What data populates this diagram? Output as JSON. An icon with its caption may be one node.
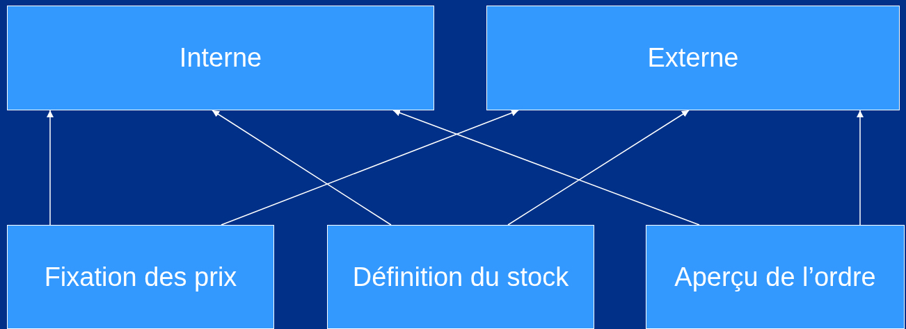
{
  "diagram": {
    "nodes": [
      {
        "text": [
          "Interne"
        ]
      },
      {
        "text": [
          "Externe"
        ]
      },
      {
        "text": [
          "Fixation des prix"
        ]
      },
      {
        "text": [
          "Définition du stock"
        ]
      },
      {
        "text": [
          "Aperçu de l’ordre"
        ]
      }
    ],
    "edges": [
      {
        "from": 2,
        "to": 0,
        "arrow": "to"
      },
      {
        "from": 2,
        "to": 1,
        "arrow": "to"
      },
      {
        "from": 3,
        "to": 0,
        "arrow": "to"
      },
      {
        "from": 3,
        "to": 1,
        "arrow": "to"
      },
      {
        "from": 4,
        "to": 0,
        "arrow": "to"
      },
      {
        "from": 4,
        "to": 1,
        "arrow": "to"
      }
    ]
  }
}
